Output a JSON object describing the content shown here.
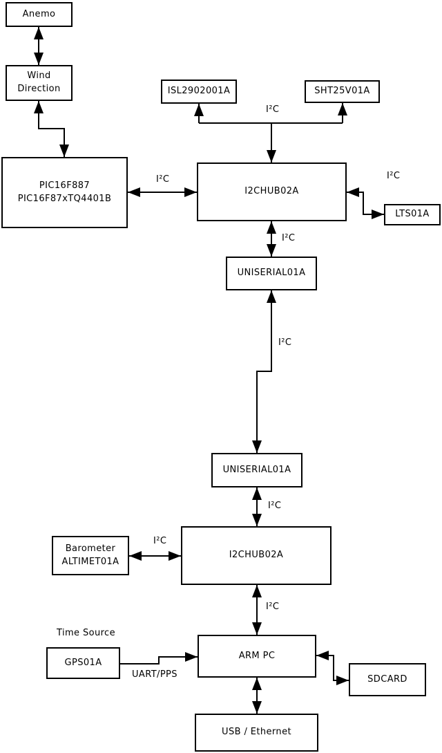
{
  "diagram": {
    "background_color": "#ffffff",
    "line_color": "#000000",
    "nodes": {
      "anemo": {
        "label": "Anemo"
      },
      "wind_direction": {
        "line1": "Wind",
        "line2": "Direction"
      },
      "pic": {
        "line1": "PIC16F887",
        "line2": "PIC16F87xTQ4401B"
      },
      "isl": {
        "label": "ISL2902001A"
      },
      "sht": {
        "label": "SHT25V01A"
      },
      "hub1": {
        "label": "I2CHUB02A"
      },
      "lts": {
        "label": "LTS01A"
      },
      "uniserial1": {
        "label": "UNISERIAL01A"
      },
      "uniserial2": {
        "label": "UNISERIAL01A"
      },
      "hub2": {
        "label": "I2CHUB02A"
      },
      "barometer": {
        "line1": "Barometer",
        "line2": "ALTIMET01A"
      },
      "gps": {
        "label": "GPS01A"
      },
      "arm_pc": {
        "label": "ARM PC"
      },
      "sdcard": {
        "label": "SDCARD"
      },
      "usb_ethernet": {
        "label": "USB / Ethernet"
      }
    },
    "edge_labels": {
      "i2c_hub1_sensors": "I²C",
      "i2c_pic_hub1": "I²C",
      "i2c_hub1_lts": "I²C",
      "i2c_hub1_uniserial1": "I²C",
      "i2c_uniserial_link": "I²C",
      "i2c_uniserial2_hub2": "I²C",
      "i2c_barometer_hub2": "I²C",
      "i2c_hub2_armpc": "I²C",
      "time_source": "Time Source",
      "uart_pps": "UART/PPS"
    }
  }
}
